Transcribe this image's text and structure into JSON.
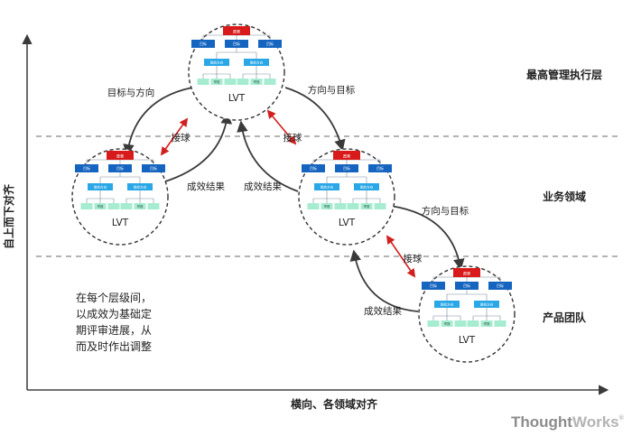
{
  "axes": {
    "vertical_label": "自上而下对齐",
    "horizontal_label": "横向、各领域对齐"
  },
  "layers": [
    {
      "label": "最高管理执行层"
    },
    {
      "label": "业务领域"
    },
    {
      "label": "产品团队"
    }
  ],
  "lvt_nodes": [
    {
      "label": "LVT",
      "vision": "愿景",
      "goals": [
        "目标",
        "目标",
        "目标"
      ],
      "directions": [
        "能效方向",
        "能效方向"
      ],
      "bets": [
        "举措",
        "举措",
        "举措"
      ]
    },
    {
      "label": "LVT",
      "vision": "愿景",
      "goals": [
        "目标",
        "目标",
        "目标"
      ],
      "directions": [
        "能效方向",
        "能效方向"
      ],
      "bets": [
        "举措",
        "举措",
        "举措"
      ]
    },
    {
      "label": "LVT",
      "vision": "愿景",
      "goals": [
        "目标",
        "目标",
        "目标"
      ],
      "directions": [
        "能效方向",
        "能效方向"
      ],
      "bets": [
        "举措",
        "举措",
        "举措"
      ]
    },
    {
      "label": "LVT",
      "vision": "愿景",
      "goals": [
        "目标",
        "目标",
        "目标"
      ],
      "directions": [
        "能效方向",
        "能效方向"
      ],
      "bets": [
        "举措",
        "举措",
        "举措"
      ]
    }
  ],
  "flows": {
    "goal_direction": "目标与方向",
    "direction_goal_1": "方向与目标",
    "direction_goal_2": "方向与目标",
    "catch_1": "接球",
    "catch_2": "接球",
    "catch_3": "接球",
    "result_1": "成效结果",
    "result_2": "成效结果",
    "result_3": "成效结果"
  },
  "note": [
    "在每个层级间，",
    "以成效为基础定",
    "期评审进展，从",
    "而及时作出调整"
  ],
  "brand": {
    "part1": "Thought",
    "part2": "Works",
    "mark": "®"
  },
  "colors": {
    "vision_red": "#d91a1a",
    "goal_blue": "#1565c0",
    "direction_cyan": "#2aa7e6",
    "bet_mint": "#a6ecd0",
    "arrow_gray": "#3a3a3a",
    "catch_red": "#d21f1f"
  }
}
